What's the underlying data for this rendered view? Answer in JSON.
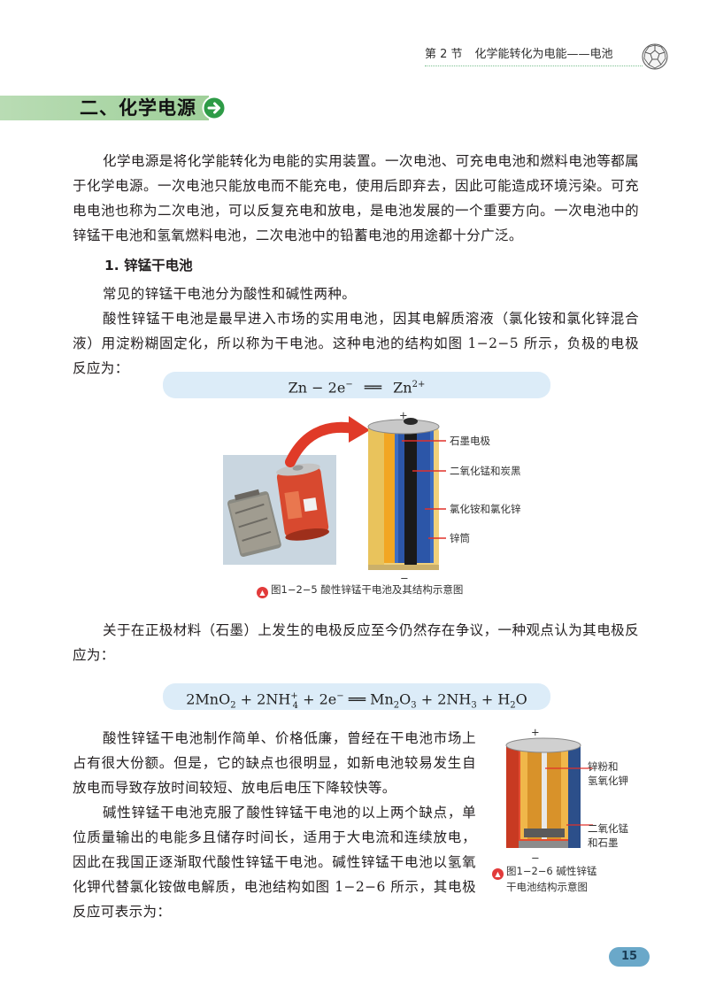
{
  "header": {
    "section_no": "第 2 节",
    "section_title": "化学能转化为电能——电池"
  },
  "section": {
    "title": "二、化学电源"
  },
  "paragraphs": {
    "intro": "化学电源是将化学能转化为电能的实用装置。一次电池、可充电电池和燃料电池等都属于化学电源。一次电池只能放电而不能充电，使用后即弃去，因此可能造成环境污染。可充电电池也称为二次电池，可以反复充电和放电，是电池发展的一个重要方向。一次电池中的锌锰干电池和氢氧燃料电池，二次电池中的铅蓄电池的用途都十分广泛。",
    "subheading": "1. 锌锰干电池",
    "p1": "常见的锌锰干电池分为酸性和碱性两种。",
    "p2": "酸性锌锰干电池是最早进入市场的实用电池，因其电解质溶液（氯化铵和氯化锌混合液）用淀粉糊固定化，所以称为干电池。这种电池的结构如图 1−2−5 所示，负极的电极反应为：",
    "p3": "关于在正极材料（石墨）上发生的电极反应至今仍然存在争议，一种观点认为其电极反应为：",
    "p4": "酸性锌锰干电池制作简单、价格低廉，曾经在干电池市场上占有很大份额。但是，它的缺点也很明显，如新电池较易发生自放电而导致存放时间较短、放电后电压下降较快等。",
    "p5": "碱性锌锰干电池克服了酸性锌锰干电池的以上两个缺点，单位质量输出的电能多且储存时间长，适用于大电流和连续放电，因此在我国正逐渐取代酸性锌锰干电池。碱性锌锰干电池以氢氧化钾代替氯化铵做电解质，电池结构如图 1−2−6 所示，其电极反应可表示为："
  },
  "equations": {
    "eq1": {
      "lhs": "Zn − 2e",
      "lhs_sup": "−",
      "arrow": "══",
      "rhs": "Zn",
      "rhs_sup": "2+"
    },
    "eq2": {
      "text_a": "2MnO",
      "sub_a": "2",
      "text_b": " + 2NH",
      "sup_b": "+",
      "sub_b": "4",
      "text_c": " + 2e",
      "sup_c": "−",
      "arrow": " ══ ",
      "text_d": "Mn",
      "sub_d": "2",
      "text_e": "O",
      "sub_e": "3",
      "text_f": " + 2NH",
      "sub_f": "3",
      "text_g": " + H",
      "sub_g": "2",
      "text_h": "O"
    }
  },
  "figure1": {
    "plus": "+",
    "minus": "−",
    "labels": [
      "石墨电极",
      "二氧化锰和炭黑",
      "氯化铵和氯化锌",
      "锌筒"
    ],
    "caption": "图1−2−5   酸性锌锰干电池及其结构示意图",
    "colors": {
      "zinc_can": "#e9c35c",
      "mno2": "#3f6fc4",
      "electrolyte": "#f2a623",
      "rod": "#1a1a1a",
      "leader": "#e0302a"
    }
  },
  "figure2": {
    "plus": "+",
    "minus": "−",
    "labels": [
      "锌粉和\n氢氧化钾",
      "二氧化锰\n和石墨"
    ],
    "caption_line1": "图1−2−6   碱性锌锰",
    "caption_line2": "干电池结构示意图"
  },
  "page_number": "15"
}
